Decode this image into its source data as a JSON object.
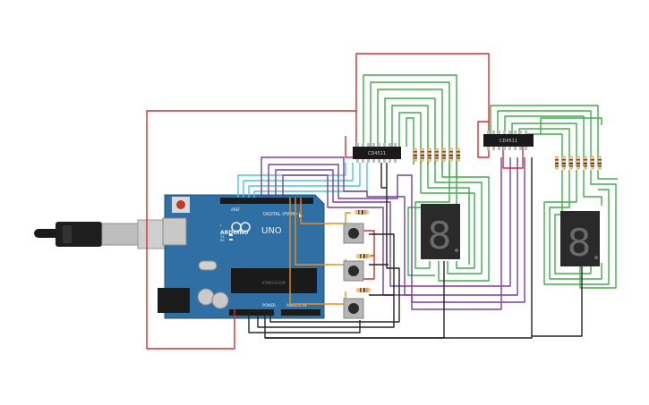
{
  "board": {
    "logo": "ARDUINO",
    "model": "UNO",
    "digital_label": "DIGITAL (PWM~)",
    "power_label": "POWER",
    "analog_label": "ANALOG IN",
    "aref": "AREF",
    "gnd": "GND",
    "tx": "TX",
    "rx": "RX",
    "l": "L",
    "on": "ON",
    "ic_label": "ATMEGA328P"
  },
  "chips": [
    {
      "label": "CD4511"
    },
    {
      "label": "CD4511"
    }
  ],
  "displays": [
    {
      "digit": "8"
    },
    {
      "digit": "8"
    }
  ],
  "colors": {
    "board": "#2f6fa3",
    "wire_red": "#d32f2f",
    "wire_green": "#3dae49",
    "wire_purple": "#7b3fa0",
    "wire_cyan": "#4fc6d6",
    "wire_black": "#222222",
    "wire_orange": "#f08c1a",
    "resistor": "#e8c48a"
  }
}
